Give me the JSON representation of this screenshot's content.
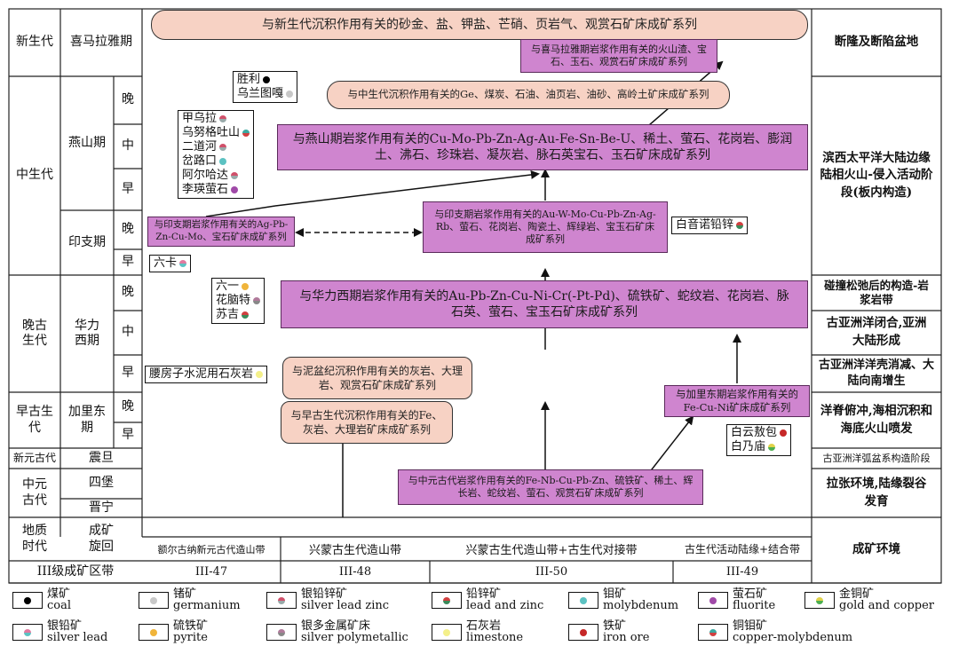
{
  "left_col": {
    "era_cenozoic": "新生代",
    "period_himalaya": "喜马拉雅期",
    "era_mesozoic": "中生代",
    "period_yanshan": "燕山期",
    "period_indosinian": "印支期",
    "era_late_paleozoic": "晚古生代",
    "period_hercynian": "华力西期",
    "era_early_paleozoic": "早古生代",
    "period_caledonian": "加里东期",
    "era_neoproterozoic": "新元古代",
    "period_sinian": "震旦",
    "era_mesoproterozoic": "中元古代",
    "period_sibao": "四堡",
    "period_jinning": "晋宁",
    "late": "晚",
    "mid": "中",
    "early": "早",
    "geo_time": "地质时代",
    "cycle": "成矿旋回",
    "zone_level": "III级成矿区带"
  },
  "belts": {
    "b1": "额尔古纳新元古代造山带",
    "b2": "兴蒙古生代造山带",
    "b3": "兴蒙古生代造山带+古生代对接带",
    "b4": "古生代活动陆缘+结合带",
    "c1": "III-47",
    "c2": "III-48",
    "c3": "III-50",
    "c4": "III-49"
  },
  "right_col": {
    "r1": "断隆及断陷盆地",
    "r2": "滨西太平洋大陆边缘陆相火山-侵入活动阶段(板内构造)",
    "r3": "碰撞松弛后的构造-岩浆岩带",
    "r4": "古亚洲洋闭合,亚洲大陆形成",
    "r5": "古亚洲洋洋壳消减、大陆向南增生",
    "r6": "洋脊俯冲,海相沉积和海底火山喷发",
    "r7": "古亚洲洋弧盆系构造阶段",
    "r8": "拉张环境,陆缘裂谷发育",
    "r9": "成矿环境"
  },
  "series": {
    "cenozoic_sed": "与新生代沉积作用有关的砂金、盐、钾盐、芒硝、页岩气、观赏石矿床成矿系列",
    "himalaya_mag": "与喜马拉雅期岩浆作用有关的火山渣、宝石、玉石、观赏石矿床成矿系列",
    "mesozoic_sed": "与中生代沉积作用有关的Ge、煤炭、石油、油页岩、油砂、高岭土矿床成矿系列",
    "yanshan_mag": "与燕山期岩浆作用有关的Cu-Mo-Pb-Zn-Ag-Au-Fe-Sn-Be-U、稀土、萤石、花岗岩、膨润土、沸石、珍珠岩、凝灰岩、脉石英宝石、玉石矿床成矿系列",
    "indosinian_left": "与印支期岩浆作用有关的Ag-Pb-Zn-Cu-Mo、宝石矿床成矿系列",
    "indosinian_main": "与印支期岩浆作用有关的Au-W-Mo-Cu-Pb-Zn-Ag-Rb、萤石、花岗岩、陶瓷土、辉绿岩、宝玉石矿床成矿系列",
    "hercynian_mag": "与华力西期岩浆作用有关的Au-Pb-Zn-Cu-Ni-Cr(-Pt-Pd)、硫铁矿、蛇纹岩、花岗岩、脉石英、萤石、宝玉石矿床成矿系列",
    "devonian_sed": "与泥盆纪沉积作用有关的灰岩、大理岩、观赏石矿床成矿系列",
    "early_paleo_sed": "与早古生代沉积作用有关的Fe、灰岩、大理岩矿床成矿系列",
    "caledonian_mag": "与加里东期岩浆作用有关的Fe-Cu-Ni矿床成矿系列",
    "mesoproterozoic_mag": "与中元古代岩浆作用有关的Fe-Nb-Cu-Pb-Zn、硫铁矿、稀土、辉长岩、蛇纹岩、萤石、观赏石矿床成矿系列"
  },
  "deposits": {
    "shengli": "胜利",
    "wulantuga": "乌兰图嘎",
    "jiawula": "甲乌拉",
    "wunugetushan": "乌努格吐山",
    "erdaohe": "二道河",
    "chalukou": "岔路口",
    "aerhada": "阿尔哈达",
    "liyingyingshi": "李瑛萤石",
    "baiyinnuo": "白音诺铅锌",
    "liuka": "六卡",
    "liuyi": "六一",
    "huanaote": "花脑特",
    "suji": "苏吉",
    "yaofangzi": "腰房子水泥用石灰岩",
    "baiyunaobao": "白云敖包",
    "bainaimiao": "白乃庙"
  },
  "legend": [
    {
      "cn": "煤矿",
      "en": "coal",
      "icon": "coal-dot",
      "color": "#000000"
    },
    {
      "cn": "锗矿",
      "en": "germanium",
      "icon": "germanium-dot",
      "color": "#c8c8c8"
    },
    {
      "cn": "银铅锌矿",
      "en": "silver lead zinc",
      "icon": "silver-lead-zinc-dot",
      "color": "#d0506a"
    },
    {
      "cn": "铅锌矿",
      "en": "lead and zinc",
      "icon": "lead-zinc-dot",
      "color": "#d04040"
    },
    {
      "cn": "钼矿",
      "en": "molybdenum",
      "icon": "molybdenum-dot",
      "color": "#5cc2c2"
    },
    {
      "cn": "萤石矿",
      "en": "fluorite",
      "icon": "fluorite-dot",
      "color": "#a04aa8"
    },
    {
      "cn": "金铜矿",
      "en": "gold and copper",
      "icon": "gold-copper-dot",
      "color": "#e0d24a"
    },
    {
      "cn": "银铅矿",
      "en": "silver lead",
      "icon": "silver-lead-dot",
      "color": "#e07aa0"
    },
    {
      "cn": "硫铁矿",
      "en": "pyrite",
      "icon": "pyrite-dot",
      "color": "#f0b43a"
    },
    {
      "cn": "银多金属矿床",
      "en": "silver polymetallic",
      "icon": "silver-polymetallic-dot",
      "color": "#b07a9a"
    },
    {
      "cn": "石灰岩",
      "en": "limestone",
      "icon": "limestone-dot",
      "color": "#f4f08a"
    },
    {
      "cn": "铁矿",
      "en": "iron ore",
      "icon": "iron-ore-dot",
      "color": "#c62828"
    },
    {
      "cn": "铜钼矿",
      "en": "copper-molybdenum",
      "icon": "copper-molybdenum-dot",
      "color": "#3aa8a0"
    }
  ]
}
